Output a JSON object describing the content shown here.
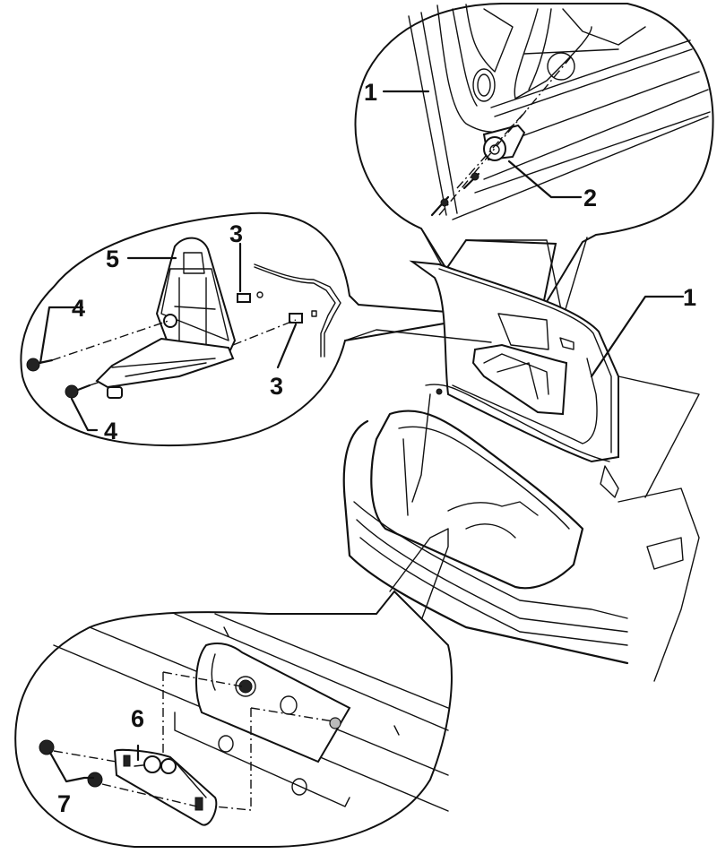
{
  "figure": {
    "title": "Rear lid (trunk) components exploded view",
    "background": "#ffffff",
    "line_color": "#111111"
  },
  "callouts": [
    {
      "id": "1a",
      "label": "1",
      "part": "rear lid trim panel (detail)"
    },
    {
      "id": "2",
      "label": "2",
      "part": "lid buffer / stop with bolts"
    },
    {
      "id": "1b",
      "label": "1",
      "part": "rear lid trim panel"
    },
    {
      "id": "3a",
      "label": "3",
      "part": "clip"
    },
    {
      "id": "3b",
      "label": "3",
      "part": "clip"
    },
    {
      "id": "4a",
      "label": "4",
      "part": "screw"
    },
    {
      "id": "4b",
      "label": "4",
      "part": "screw"
    },
    {
      "id": "5",
      "label": "5",
      "part": "warning triangle bracket"
    },
    {
      "id": "6",
      "label": "6",
      "part": "lock striker plate"
    },
    {
      "id": "7",
      "label": "7",
      "part": "nuts"
    }
  ],
  "detail_views": [
    {
      "name": "upper-detail",
      "shows": [
        "1a",
        "2"
      ]
    },
    {
      "name": "left-detail",
      "shows": [
        "3a",
        "3b",
        "4a",
        "4b",
        "5"
      ]
    },
    {
      "name": "lower-detail",
      "shows": [
        "6",
        "7"
      ]
    }
  ]
}
